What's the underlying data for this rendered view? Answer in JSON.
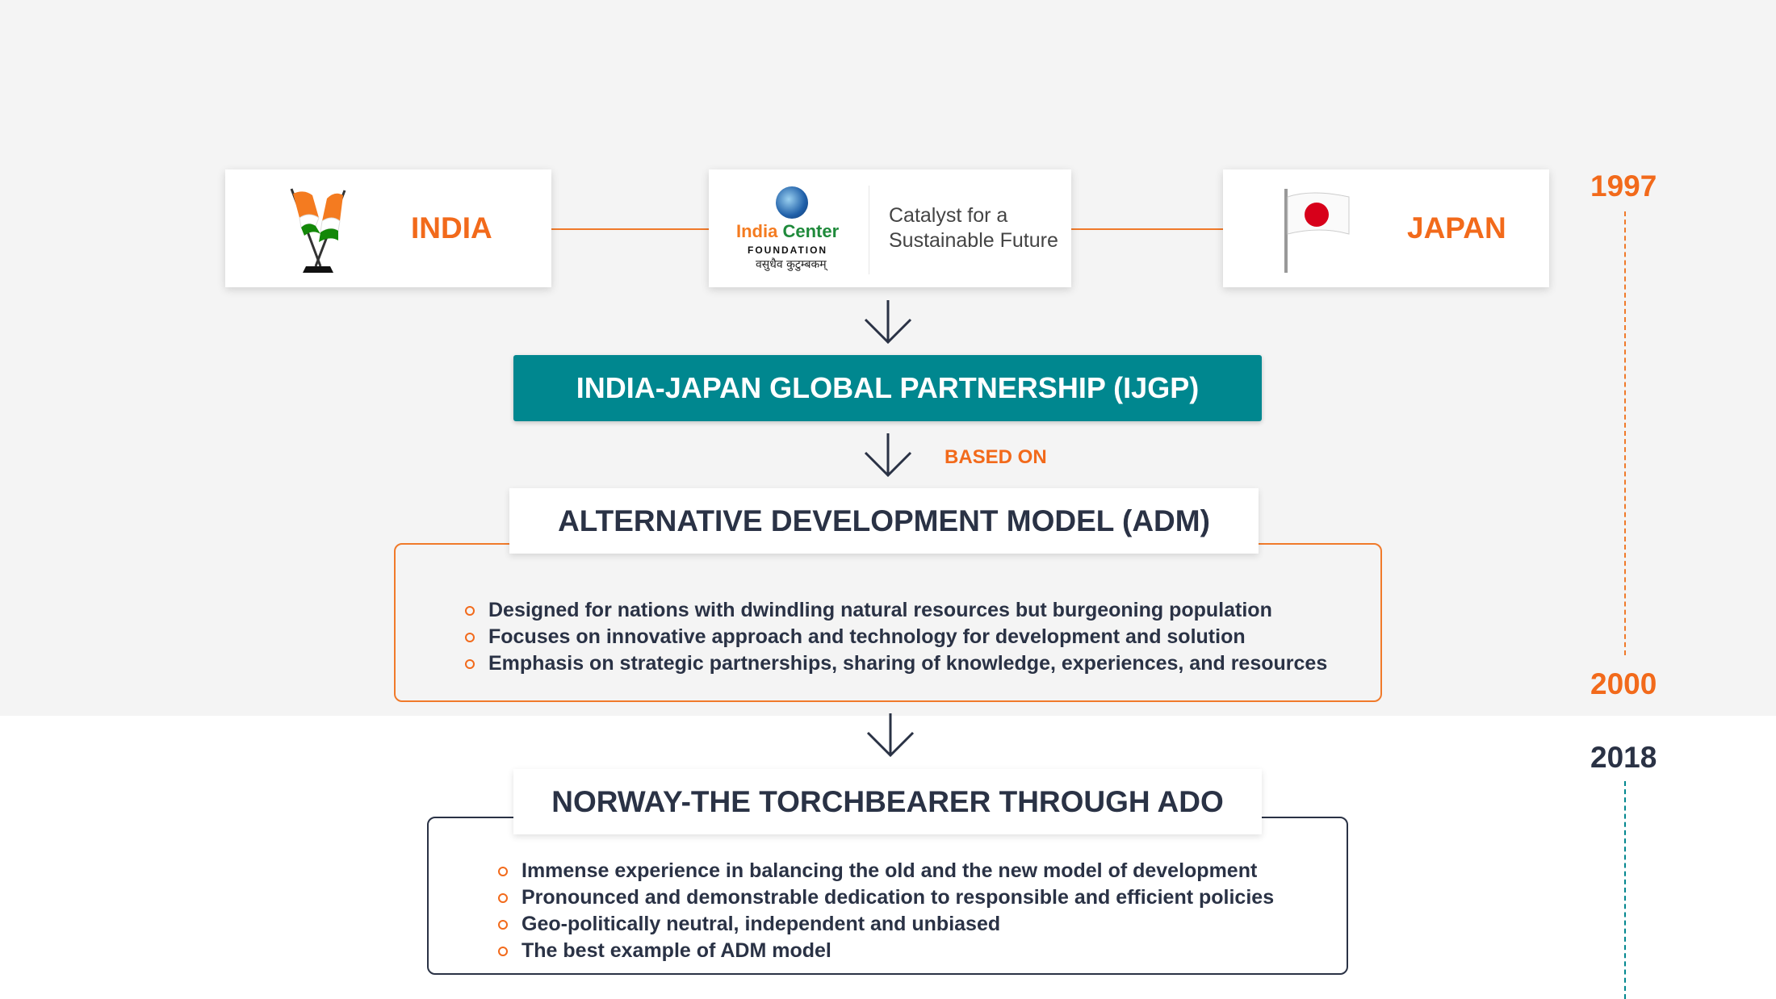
{
  "partners": {
    "left": "INDIA",
    "right": "JAPAN"
  },
  "logo": {
    "name_part1": "India",
    "name_part2": "Center",
    "sub": "FOUNDATION",
    "motto": "वसुधैव कुटुम्बकम्",
    "tagline_1": "Catalyst for a",
    "tagline_2": "Sustainable Future"
  },
  "ijgp": "INDIA-JAPAN GLOBAL PARTNERSHIP (IJGP)",
  "based_on": "BASED ON",
  "adm": {
    "title": "ALTERNATIVE DEVELOPMENT MODEL (ADM)",
    "bullets": [
      "Designed for nations with dwindling natural resources but burgeoning population",
      "Focuses on innovative approach and technology for development and solution",
      "Emphasis on strategic partnerships, sharing of knowledge, experiences, and resources"
    ]
  },
  "norway": {
    "title": "NORWAY-THE TORCHBEARER THROUGH ADO",
    "bullets": [
      "Immense experience in balancing the old and the new model of development",
      "Pronounced and demonstrable dedication to responsible and efficient policies",
      "Geo-politically neutral, independent and unbiased",
      "The best example of ADM model"
    ]
  },
  "years": {
    "y1": "1997",
    "y2": "2000",
    "y3": "2018"
  },
  "colors": {
    "orange": "#f26a1b",
    "teal": "#00878f",
    "dark": "#2a3245"
  }
}
